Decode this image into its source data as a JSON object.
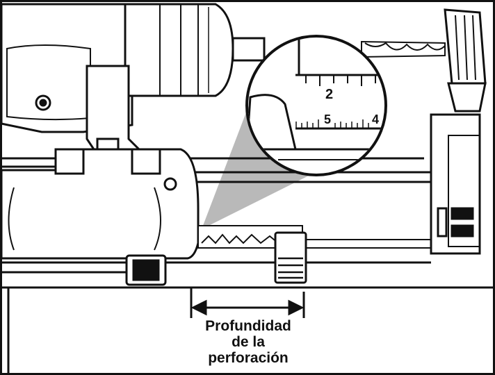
{
  "illustration": {
    "caption_lines": [
      "Profundidad",
      "de la",
      "perforación"
    ],
    "magnifier_scale_labels": [
      "2",
      "5",
      "4"
    ],
    "colors": {
      "ink": "#111111",
      "zoom_cone": "#b9b9b9",
      "paper": "#ffffff"
    },
    "icons": [
      "drill-body",
      "chuck",
      "drill-bit",
      "depth-gauge-rod",
      "depth-stop",
      "dust-collector",
      "magnifier-inset",
      "dimension-arrow"
    ]
  }
}
